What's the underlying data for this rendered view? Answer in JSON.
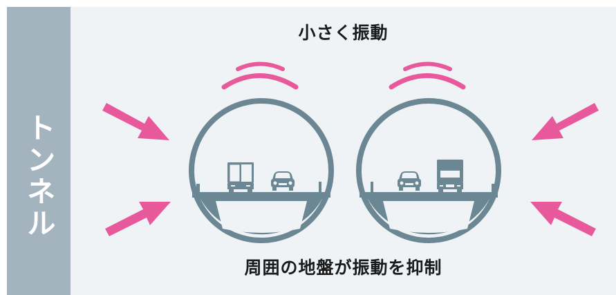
{
  "sidebar": {
    "label": "トンネル"
  },
  "captions": {
    "top": "小さく振動",
    "bottom": "周囲の地盤が振動を抑制"
  },
  "colors": {
    "sidebar_bg": "#a4b4bf",
    "panel_bg": "#f0f3f6",
    "tunnel": "#6b8794",
    "arrow": "#e8599b",
    "vehicle": "#6b8794"
  },
  "icons": {
    "tunnel": "tunnel-cross-section-icon",
    "truck": "truck-icon",
    "car": "car-icon",
    "arrow": "pressure-arrow-icon",
    "vibration": "vibration-arc-icon"
  }
}
